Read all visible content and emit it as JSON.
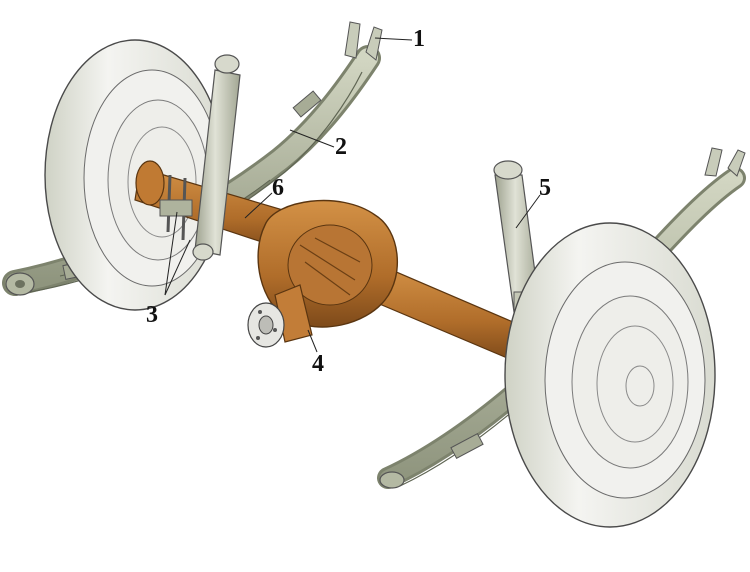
{
  "diagram": {
    "callouts": [
      {
        "id": "c1",
        "label": "1"
      },
      {
        "id": "c2",
        "label": "2"
      },
      {
        "id": "c3",
        "label": "3"
      },
      {
        "id": "c4",
        "label": "4"
      },
      {
        "id": "c5",
        "label": "5"
      },
      {
        "id": "c6",
        "label": "6"
      }
    ]
  },
  "colors": {
    "axle": "#b9752e",
    "axle_shadow": "#8e5620",
    "spring": "#b8bda6",
    "spring_shadow": "#8a9079",
    "shock": "#c4c7b5",
    "tire": "#ececea",
    "tire_shadow": "#c9ccc0",
    "outline": "#3a3a3a"
  }
}
